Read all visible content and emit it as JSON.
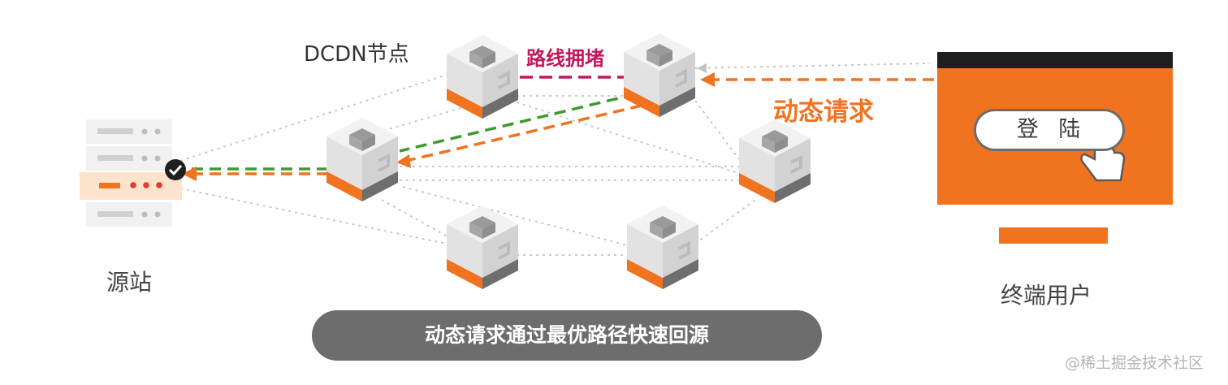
{
  "labels": {
    "dcdn_node": "DCDN节点",
    "congestion": "路线拥堵",
    "dynamic_request": "动态请求",
    "origin": "源站",
    "end_user": "终端用户",
    "login_button": "登 陆",
    "caption": "动态请求通过最优路径快速回源",
    "watermark": "@稀土掘金技术社区"
  },
  "colors": {
    "accent_orange": "#f07320",
    "route_green": "#3f9a2e",
    "congestion_magenta": "#c2185b",
    "node_gray": "#6e6e6e",
    "caption_bg": "#6d6d6d",
    "monitor_bezel": "#1e1e1e"
  },
  "icons": {
    "server": "server-stack-icon",
    "check": "check-circle-icon",
    "node": "cube-node-icon",
    "monitor": "monitor-icon",
    "cursor": "hand-pointer-icon"
  }
}
